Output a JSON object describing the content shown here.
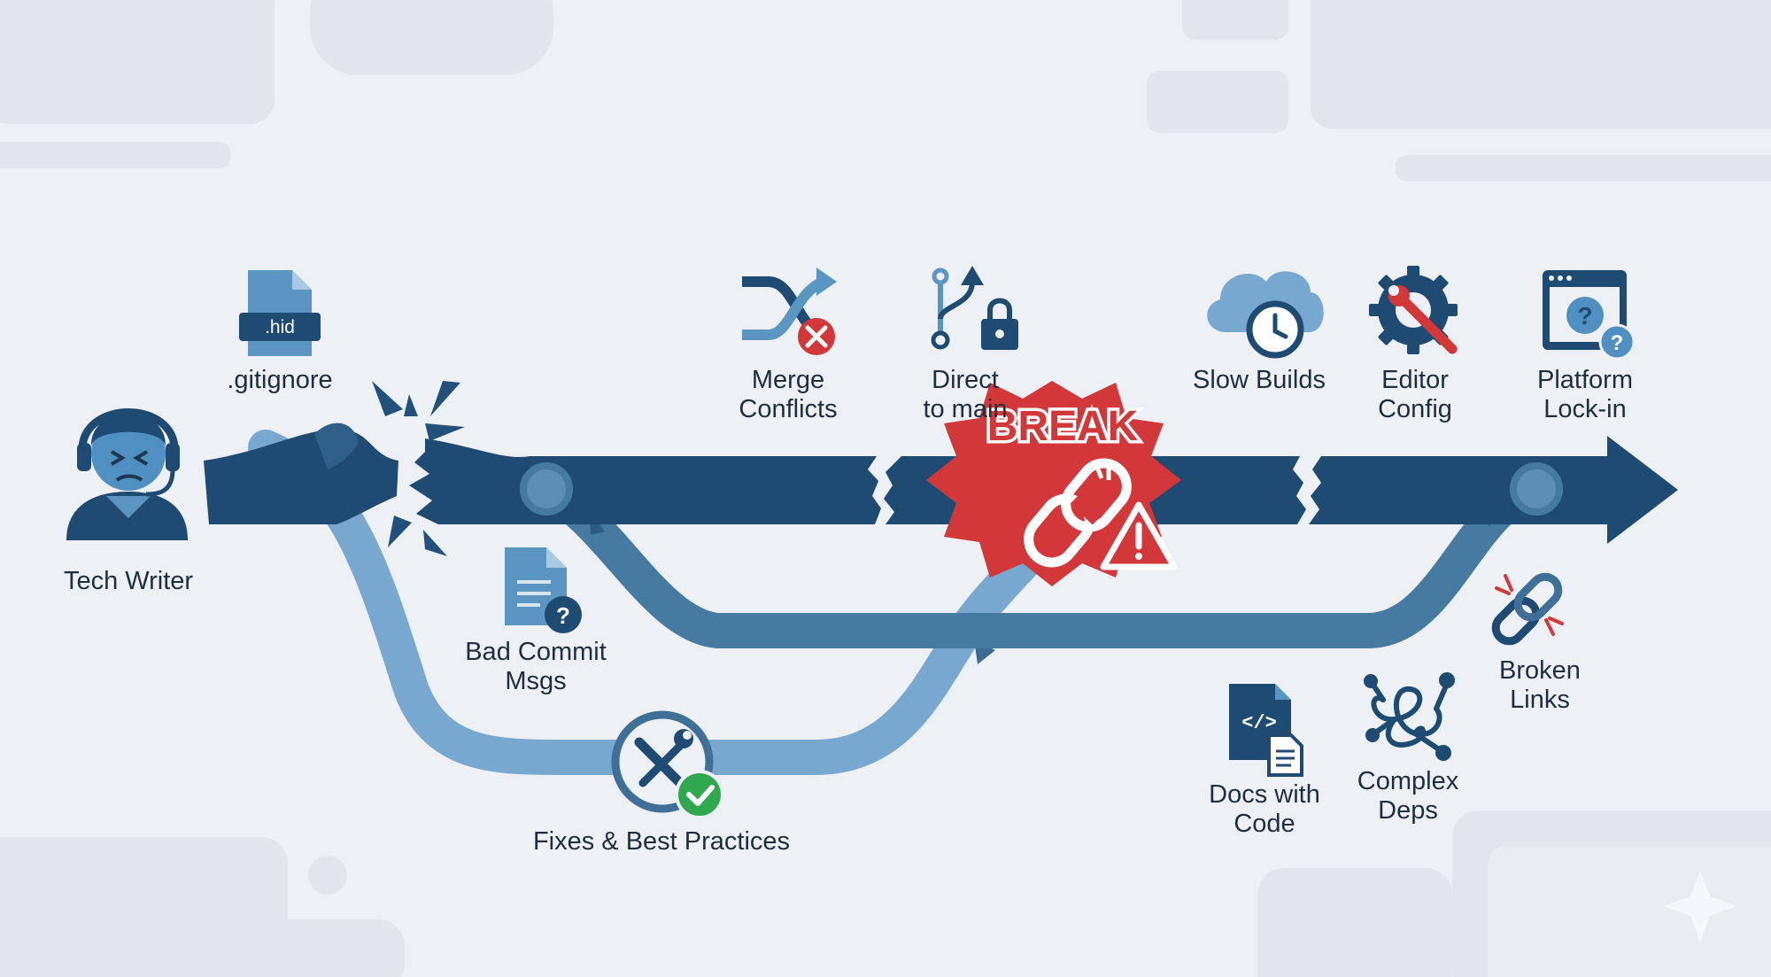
{
  "colors": {
    "background": "#edf0f5",
    "main_branch": "#1f4b73",
    "feature_branch": "#477aa1",
    "fix_branch": "#78a7d0",
    "alert_red": "#d2383a",
    "success_green": "#2fa84f",
    "text": "#1f2e3f"
  },
  "actor": {
    "label": "Tech Writer",
    "icon": "frustrated-headset-person-icon"
  },
  "break_badge": {
    "label": "BREAK",
    "icon": "broken-chain-warning-icon"
  },
  "top_labels": {
    "gitignore": {
      "lines": [
        ".gitignore"
      ],
      "icon_text": ".hid",
      "icon": "hidden-file-icon"
    },
    "merge_conflicts": {
      "lines": [
        "Merge",
        "Conflicts"
      ],
      "icon": "shuffle-error-icon"
    },
    "direct_to_main": {
      "lines": [
        "Direct",
        "to main"
      ],
      "icon": "branch-lock-icon"
    },
    "slow_builds": {
      "lines": [
        "Slow Builds"
      ],
      "icon": "cloud-clock-icon"
    },
    "editor_config": {
      "lines": [
        "Editor",
        "Config"
      ],
      "icon": "gear-wrench-icon"
    },
    "platform_lockin": {
      "lines": [
        "Platform",
        "Lock-in"
      ],
      "icon": "window-question-icon"
    }
  },
  "bottom_labels": {
    "bad_commit_msgs": {
      "lines": [
        "Bad Commit",
        "Msgs"
      ],
      "icon": "document-question-icon"
    },
    "fixes_best_practices": {
      "lines": [
        "Fixes & Best Practices"
      ],
      "icon": "tools-check-icon"
    },
    "docs_with_code": {
      "lines": [
        "Docs with",
        "Code"
      ],
      "icon": "code-file-icon"
    },
    "complex_deps": {
      "lines": [
        "Complex",
        "Deps"
      ],
      "icon": "tangled-network-icon"
    },
    "broken_links": {
      "lines": [
        "Broken",
        "Links"
      ],
      "icon": "broken-link-icon"
    }
  }
}
